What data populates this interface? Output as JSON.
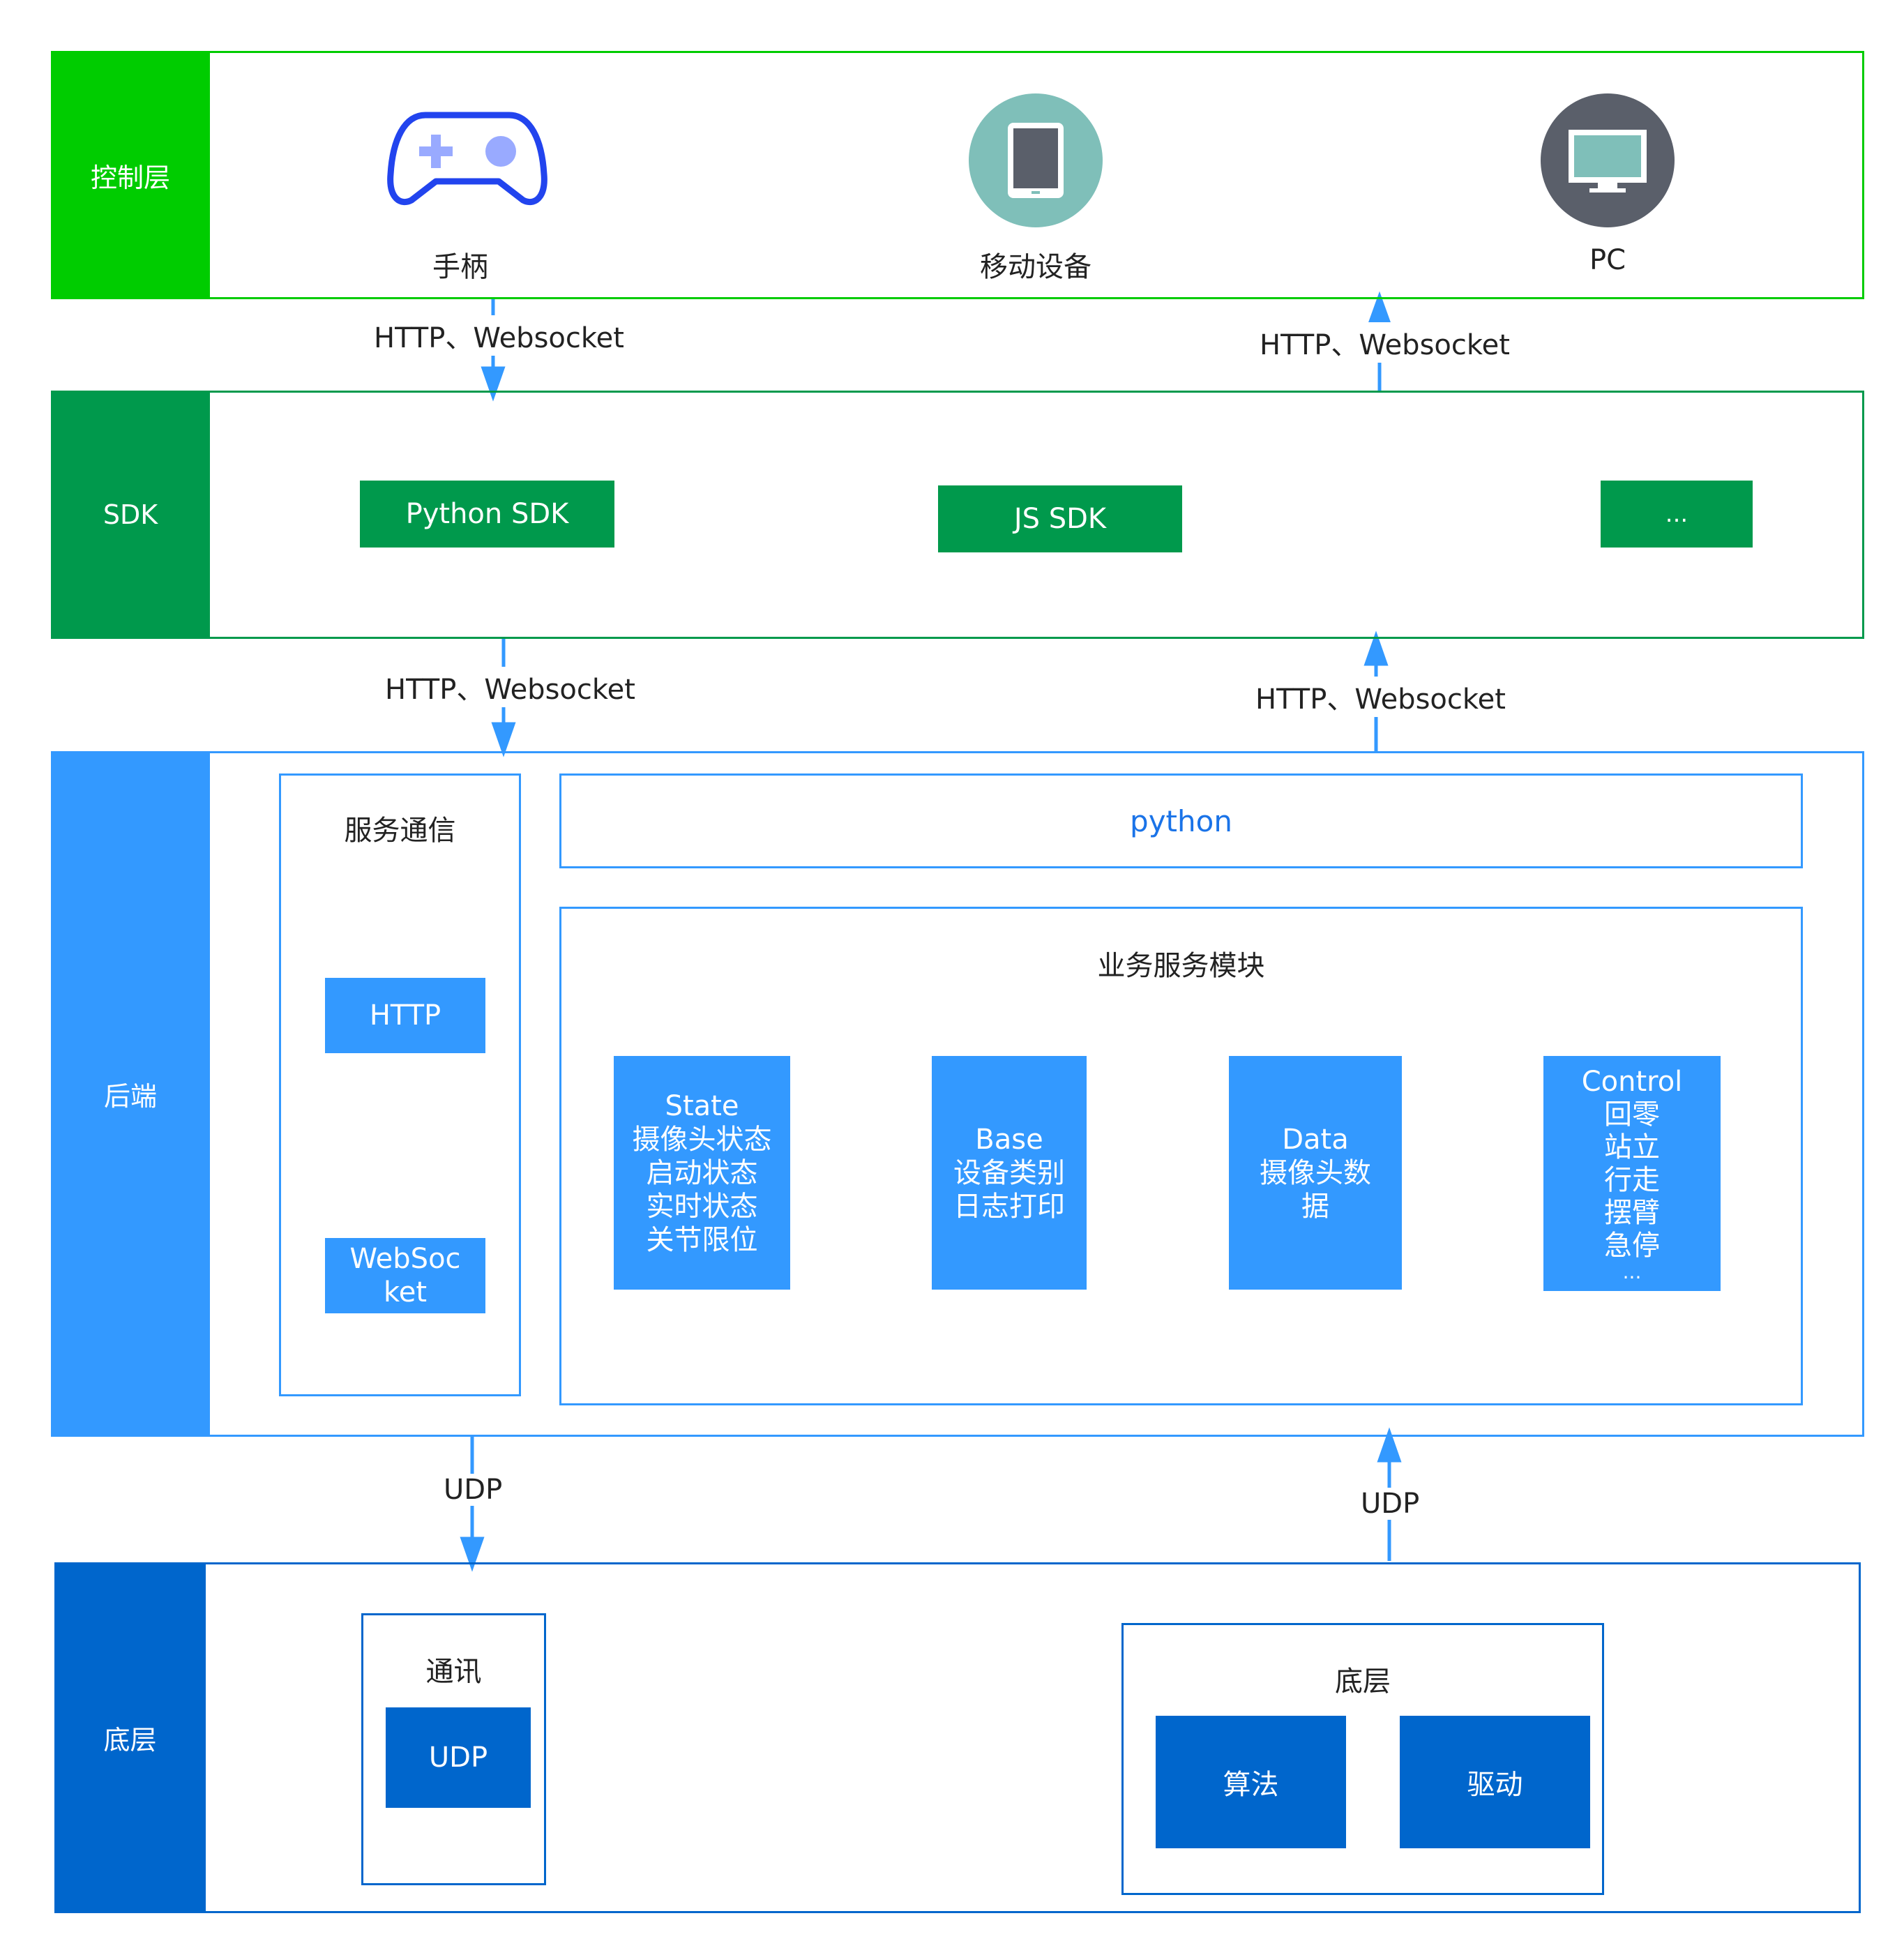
{
  "colors": {
    "control_green": "#00cc00",
    "sdk_green": "#00994c",
    "backend_blue": "#3399ff",
    "bottom_blue": "#0066cc",
    "text_blue": "#1a73e8",
    "gamepad_blue": "#2244ee",
    "gamepad_light": "#99aaff",
    "mobile_teal": "#7fbfb9",
    "pc_grey": "#5a5f6a"
  },
  "layers": {
    "control": {
      "label": "控制层",
      "devices": [
        {
          "label": "手柄",
          "icon": "gamepad-icon"
        },
        {
          "label": "移动设备",
          "icon": "tablet-icon"
        },
        {
          "label": "PC",
          "icon": "monitor-icon"
        }
      ]
    },
    "sdk": {
      "label": "SDK",
      "items": [
        "Python SDK",
        "JS SDK",
        "..."
      ]
    },
    "backend": {
      "label": "后端",
      "comm": {
        "title": "服务通信",
        "http": "HTTP",
        "websocket_line1": "WebSoc",
        "websocket_line2": "ket"
      },
      "python": "python",
      "business": {
        "title": "业务服务模块",
        "modules": [
          {
            "lines": [
              "State",
              "摄像头状态",
              "启动状态",
              "实时状态",
              "关节限位"
            ]
          },
          {
            "lines": [
              "Base",
              "设备类别",
              "日志打印"
            ]
          },
          {
            "lines": [
              "Data",
              "摄像头数",
              "据"
            ]
          },
          {
            "lines": [
              "Control",
              "回零",
              "站立",
              "行走",
              "摆臂",
              "急停",
              "..."
            ]
          }
        ]
      }
    },
    "bottom": {
      "label": "底层",
      "comm": {
        "title": "通讯",
        "udp": "UDP"
      },
      "base": {
        "title": "底层",
        "algo": "算法",
        "drive": "驱动"
      }
    }
  },
  "arrows": {
    "control_sdk_down": "HTTP、Websocket",
    "sdk_control_up": "HTTP、Websocket",
    "sdk_backend_down": "HTTP、Websocket",
    "backend_sdk_up": "HTTP、Websocket",
    "backend_bottom_down": "UDP",
    "bottom_backend_up": "UDP"
  }
}
